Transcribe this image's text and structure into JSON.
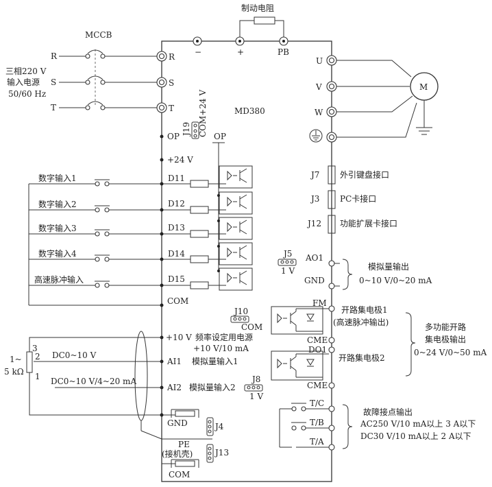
{
  "labels": {
    "brake_resistor": "制动电阻",
    "minus": "−",
    "plus": "+",
    "pb": "PB",
    "mccb": "MCCB",
    "r_in": "R",
    "s_in": "S",
    "t_in": "T",
    "r_t": "R",
    "s_t": "S",
    "t_t": "T",
    "power_line1": "三相220 V",
    "power_line2": "输入电源",
    "power_line3": "50/60 Hz",
    "model": "MD380",
    "j19": "J19",
    "com24": "COM+24 V",
    "op": "OP",
    "op2": "OP",
    "p24": "+24 V",
    "u": "U",
    "v": "V",
    "w": "W",
    "motor": "M",
    "j7": "J7",
    "j7_desc": "外引键盘接口",
    "j3": "J3",
    "j3_desc": "PC卡接口",
    "j12": "J12",
    "j12_desc": "功能扩展卡接口",
    "di1": "数字输入1",
    "di2": "数字输入2",
    "di3": "数字输入3",
    "di4": "数字输入4",
    "di5": "高速脉冲输入",
    "d11": "D11",
    "d12": "D12",
    "d13": "D13",
    "d14": "D14",
    "d15": "D15",
    "com": "COM",
    "j5": "J5",
    "j5v": "1 V",
    "ao1": "AO1",
    "gnd": "GND",
    "ao_title": "模拟量输出",
    "ao_range": "0~10 V/0~20 mA",
    "j10": "J10",
    "j10com": "COM",
    "fm": "FM",
    "oc1": "开路集电极1",
    "oc1b": "(高速脉冲输出)",
    "cme1": "CME",
    "do1": "DO1",
    "oc2": "开路集电极2",
    "cme2": "CME",
    "mf1": "多功能开路",
    "mf2": "集电极输出",
    "mf3": "0~24 V/0~50 mA",
    "p10v": "+10 V",
    "p10_desc1": "频率设定用电源",
    "p10_desc2": "+10 V/10 mA",
    "ai1": "AI1",
    "ai1_desc": "模拟量输入1",
    "ai2": "AI2",
    "ai2_desc": "模拟量输入2",
    "j8": "J8",
    "j8v": "1 V",
    "pot1": "1~",
    "pot2": "5 kΩ",
    "pin3": "3",
    "pin2": "2",
    "pin1": "1",
    "dc1": "DC0~10 V",
    "dc2": "DC0~10 V/4~20 mA",
    "gnd2": "GND",
    "j4": "J4",
    "pe": "PE",
    "pe2": "(接机壳)",
    "j13": "J13",
    "com2": "COM",
    "tc": "T/C",
    "tb": "T/B",
    "ta": "T/A",
    "fault1": "故障接点输出",
    "fault2": "AC250 V/10 mA以上 3 A以下",
    "fault3": "DC30 V/10 mA以上 2 A以下"
  }
}
